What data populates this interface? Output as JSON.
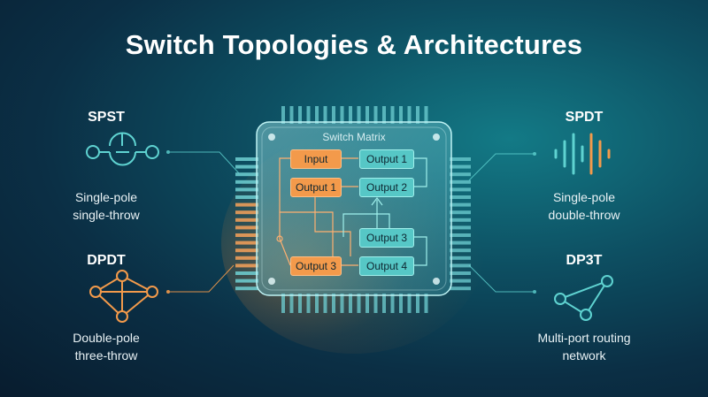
{
  "title": "Switch Topologies & Architectures",
  "chip": {
    "title": "Switch Matrix",
    "boxes": {
      "input": "Input",
      "output1_right": "Output 1",
      "output1_left": "Output 1",
      "output2": "Output 2",
      "output3_right": "Output 3",
      "output3_left": "Output 3",
      "output4": "Output 4"
    }
  },
  "topologies": {
    "spst": {
      "name": "SPST",
      "line1": "Single-pole",
      "line2": "single-throw"
    },
    "spdt": {
      "name": "SPDT",
      "line1": "Single-pole",
      "line2": "double-throw"
    },
    "dpdt": {
      "name": "DPDT",
      "line1": "Double-pole",
      "line2": "three-throw"
    },
    "dp3t": {
      "name": "DP3T",
      "line1": "Multi-port routing",
      "line2": "network"
    }
  },
  "colors": {
    "teal": "#5fd3d1",
    "orange": "#f39a4b",
    "chip_glass": "#7fd7dc"
  },
  "icons": [
    "spst-switch-icon",
    "spdt-bars-icon",
    "dpdt-network-icon",
    "dp3t-network-icon"
  ]
}
